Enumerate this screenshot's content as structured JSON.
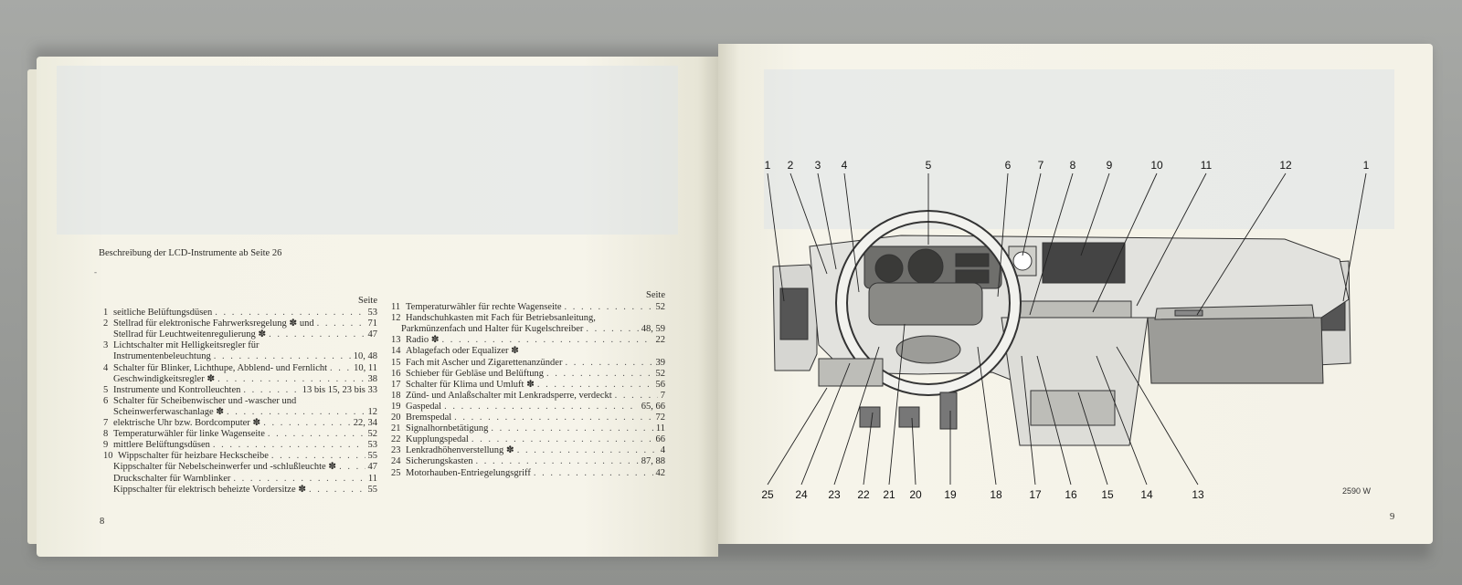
{
  "left_page": {
    "heading": "Beschreibung der LCD-Instrumente ab Seite 26",
    "mark": "-",
    "seite_label": "Seite",
    "left_column": [
      {
        "n": "1",
        "text": "seitliche Belüftungsdüsen",
        "page": "53"
      },
      {
        "n": "2",
        "text": "Stellrad für elektronische Fahrwerksregelung ✽ und",
        "page": "71"
      },
      {
        "n": "",
        "text": "Stellrad für Leuchtweitenregulierung ✽",
        "page": "47"
      },
      {
        "n": "3",
        "text": "Lichtschalter mit Helligkeitsregler für",
        "page": ""
      },
      {
        "n": "",
        "text": "Instrumentenbeleuchtung",
        "page": "10, 48"
      },
      {
        "n": "4",
        "text": "Schalter für Blinker, Lichthupe, Abblend- und Fernlicht",
        "page": "10, 11"
      },
      {
        "n": "",
        "text": "Geschwindigkeitsregler ✽",
        "page": "38"
      },
      {
        "n": "5",
        "text": "Instrumente und Kontrolleuchten",
        "page": "13 bis 15, 23 bis 33"
      },
      {
        "n": "6",
        "text": "Schalter für Scheibenwischer und -wascher und",
        "page": ""
      },
      {
        "n": "",
        "text": "Scheinwerferwaschanlage ✽",
        "page": "12"
      },
      {
        "n": "7",
        "text": "elektrische Uhr bzw. Bordcomputer ✽",
        "page": "22, 34"
      },
      {
        "n": "8",
        "text": "Temperaturwähler für linke Wagenseite",
        "page": "52"
      },
      {
        "n": "9",
        "text": "mittlere Belüftungsdüsen",
        "page": "53"
      },
      {
        "n": "10",
        "text": "Wippschalter für heizbare Heckscheibe",
        "page": "55"
      },
      {
        "n": "",
        "text": "Kippschalter für Nebelscheinwerfer und -schlußleuchte ✽",
        "page": "47"
      },
      {
        "n": "",
        "text": "Druckschalter für Warnblinker",
        "page": "11"
      },
      {
        "n": "",
        "text": "Kippschalter für elektrisch beheizte Vordersitze ✽",
        "page": "55"
      }
    ],
    "right_column": [
      {
        "n": "11",
        "text": "Temperaturwähler für rechte Wagenseite",
        "page": "52"
      },
      {
        "n": "12",
        "text": "Handschuhkasten mit Fach für Betriebsanleitung,",
        "page": ""
      },
      {
        "n": "",
        "text": "Parkmünzenfach und Halter für Kugelschreiber",
        "page": "48, 59"
      },
      {
        "n": "13",
        "text": "Radio ✽",
        "page": "22"
      },
      {
        "n": "14",
        "text": "Ablagefach oder Equalizer ✽",
        "page": ""
      },
      {
        "n": "15",
        "text": "Fach mit Ascher und Zigarettenanzünder",
        "page": "39"
      },
      {
        "n": "16",
        "text": "Schieber für Gebläse und Belüftung",
        "page": "52"
      },
      {
        "n": "17",
        "text": "Schalter für Klima und Umluft ✽",
        "page": "56"
      },
      {
        "n": "18",
        "text": "Zünd- und Anlaßschalter mit Lenkradsperre, verdeckt",
        "page": "7"
      },
      {
        "n": "19",
        "text": "Gaspedal",
        "page": "65, 66"
      },
      {
        "n": "20",
        "text": "Bremspedal",
        "page": "72"
      },
      {
        "n": "21",
        "text": "Signalhornbetätigung",
        "page": "11"
      },
      {
        "n": "22",
        "text": "Kupplungspedal",
        "page": "66"
      },
      {
        "n": "23",
        "text": "Lenkradhöhenverstellung ✽",
        "page": "4"
      },
      {
        "n": "24",
        "text": "Sicherungskasten",
        "page": "87, 88"
      },
      {
        "n": "25",
        "text": "Motorhauben-Entriegelungsgriff",
        "page": "42"
      }
    ],
    "page_number": "8"
  },
  "right_page": {
    "callouts_top": [
      "1",
      "2",
      "3",
      "4",
      "5",
      "6",
      "7",
      "8",
      "9",
      "10",
      "11",
      "12",
      "1"
    ],
    "callouts_bottom": [
      "25",
      "24",
      "23",
      "22",
      "21",
      "20",
      "19",
      "18",
      "17",
      "16",
      "15",
      "14",
      "13"
    ],
    "figure_code": "2590 W",
    "page_number": "9"
  },
  "colors": {
    "paper": "#f4f2e7",
    "ink": "#2c2b28",
    "dash_gray": "#bdbdb8",
    "dash_dark": "#6f6f6c"
  }
}
